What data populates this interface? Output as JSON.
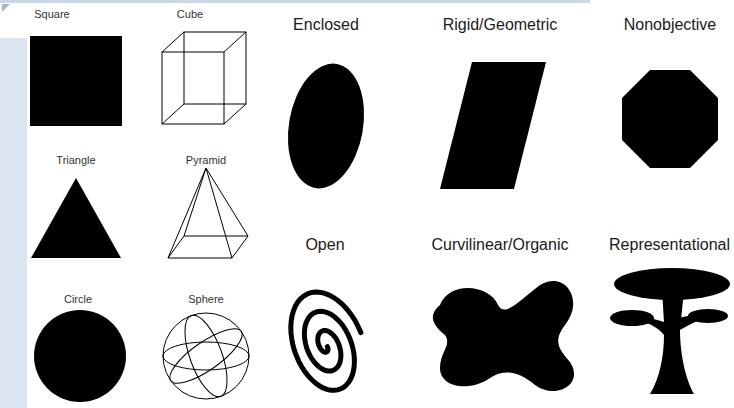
{
  "diagram": {
    "labels": [
      "Square",
      "Cube",
      "Triangle",
      "Pyramid",
      "Circle",
      "Sphere",
      "Enclosed",
      "Rigid/Geometric",
      "Nonobjective",
      "Open",
      "Curvilinear/Organic",
      "Representational"
    ]
  }
}
